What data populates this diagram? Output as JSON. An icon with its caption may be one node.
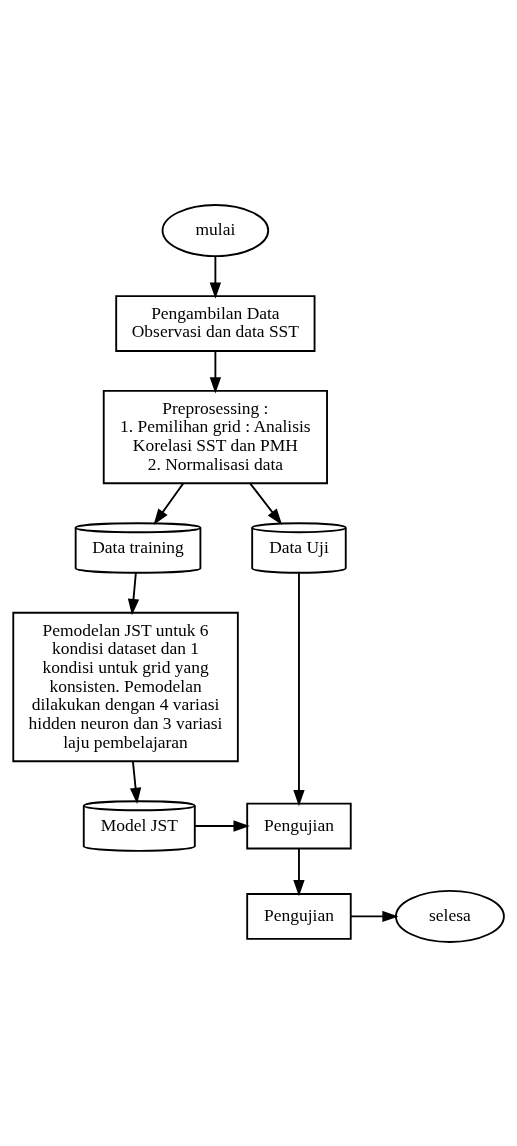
{
  "diagram": {
    "nodes": [
      {
        "text": [
          "mulai"
        ]
      },
      {
        "text": [
          "Pengambilan Data Observasi dan data SST"
        ]
      },
      {
        "text": [
          "Preprosessing :",
          "1. Pemilihan grid : Analisis Korelasi SST dan PMH",
          "2. Normalisasi data"
        ]
      },
      {
        "text": [
          "Data training"
        ]
      },
      {
        "text": [
          "Data Uji"
        ]
      },
      {
        "text": [
          "Pemodelan JST untuk 6 kondisi dataset dan 1 kondisi untuk grid yang konsisten. Pemodelan dilakukan dengan 4 variasi hidden neuron dan 3 variasi laju pembelajaran"
        ]
      },
      {
        "text": [
          "Model JST"
        ]
      },
      {
        "text": [
          "Pengujian"
        ]
      },
      {
        "text": [
          "Pengujian"
        ]
      },
      {
        "text": [
          "selesa"
        ]
      }
    ],
    "edges": [
      {
        "from": 0,
        "to": 1,
        "arrow": "to"
      },
      {
        "from": 1,
        "to": 2,
        "arrow": "to"
      },
      {
        "from": 2,
        "to": 3,
        "arrow": "to"
      },
      {
        "from": 2,
        "to": 4,
        "arrow": "to"
      },
      {
        "from": 3,
        "to": 5,
        "arrow": "to"
      },
      {
        "from": 5,
        "to": 6,
        "arrow": "to"
      },
      {
        "from": 6,
        "to": 7,
        "arrow": "to"
      },
      {
        "from": 4,
        "to": 7,
        "arrow": "to"
      },
      {
        "from": 7,
        "to": 8,
        "arrow": "to"
      },
      {
        "from": 8,
        "to": 9,
        "arrow": "to"
      }
    ]
  }
}
